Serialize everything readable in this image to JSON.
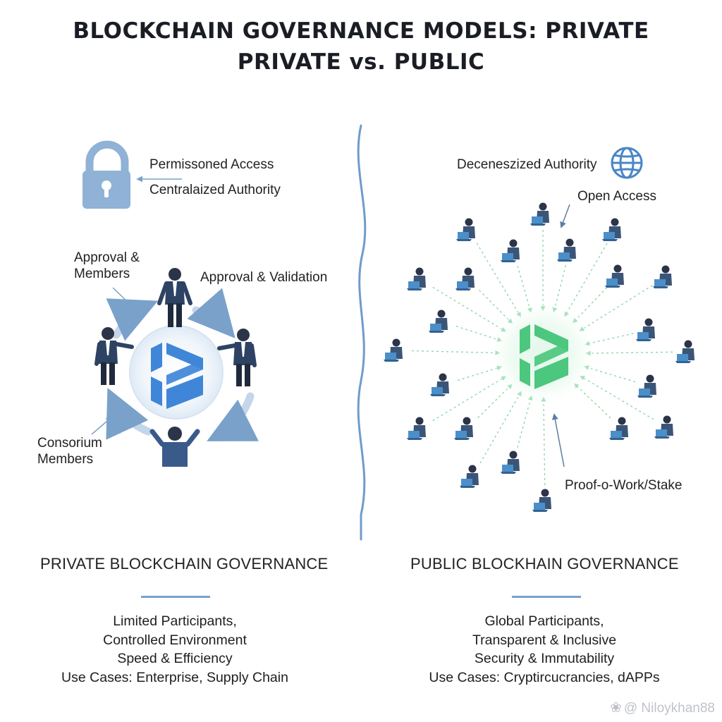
{
  "title": {
    "line1": "BLOCKCHAIN GOVERNANCE MODELS: PRIVATE",
    "line2": "PRIVATE vs. PUBLIC"
  },
  "private": {
    "labels": {
      "permissioned_access": "Permissoned Access",
      "centralized_authority": "Centralaized Authority",
      "approval_members": [
        "Approval &",
        "Members"
      ],
      "approval_validation": "Approval & Validation",
      "consortium_members": [
        "Consorium",
        "Members"
      ]
    },
    "heading": "PRIVATE BLOCKCHAIN GOVERNANCE",
    "features": [
      "Limited Participants,",
      "Controlled Environment",
      "Speed & Efficiency",
      "Use Cases: Enterprise, Supply Chain"
    ]
  },
  "public": {
    "labels": {
      "decentralized_authority": "Deceneszized Authority",
      "open_access": "Open Access",
      "consensus": "Proof-o-Work/Stake"
    },
    "heading": "PUBLIC BLOCKHAIN GOVERNANCE",
    "features": [
      "Global Participants,",
      "Transparent & Inclusive",
      "Security & Immutability",
      "Use Cases: Cryptircucrancies, dAPPs"
    ]
  },
  "watermark": "@ Niloykhan88",
  "colors": {
    "private_accent": "#3f86d8",
    "public_accent": "#4cc77e",
    "divider": "#6f9cc9",
    "rule": "#7aa1c9",
    "suit": "#2e4363"
  },
  "icons": [
    "lock-icon",
    "globe-icon",
    "private-blockchain-logo-icon",
    "public-blockchain-logo-icon",
    "person-icon",
    "laptop-icon"
  ]
}
